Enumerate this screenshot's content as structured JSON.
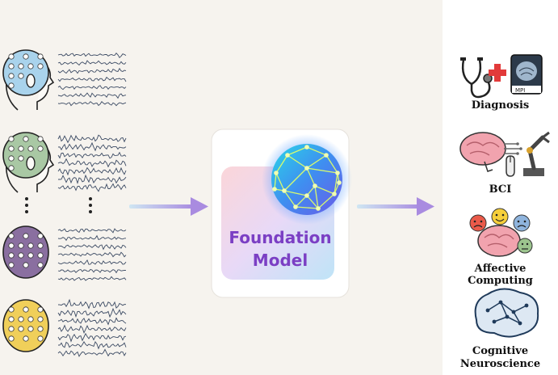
{
  "center": {
    "line1": "Foundation",
    "line2": "Model"
  },
  "applications": [
    {
      "label": "Diagnosis"
    },
    {
      "label": "BCI"
    },
    {
      "label": "Affective Computing"
    },
    {
      "label": "Cognitive",
      "label2": "Neuroscience"
    }
  ],
  "mri_tag": "MPI",
  "colors": {
    "cap_blue": "#a9d3ec",
    "cap_green": "#a9c8a4",
    "cap_purple": "#8a6fa0",
    "cap_yellow": "#f0cf5a",
    "arrow": "#a98be0",
    "title": "#7b3fc4"
  }
}
